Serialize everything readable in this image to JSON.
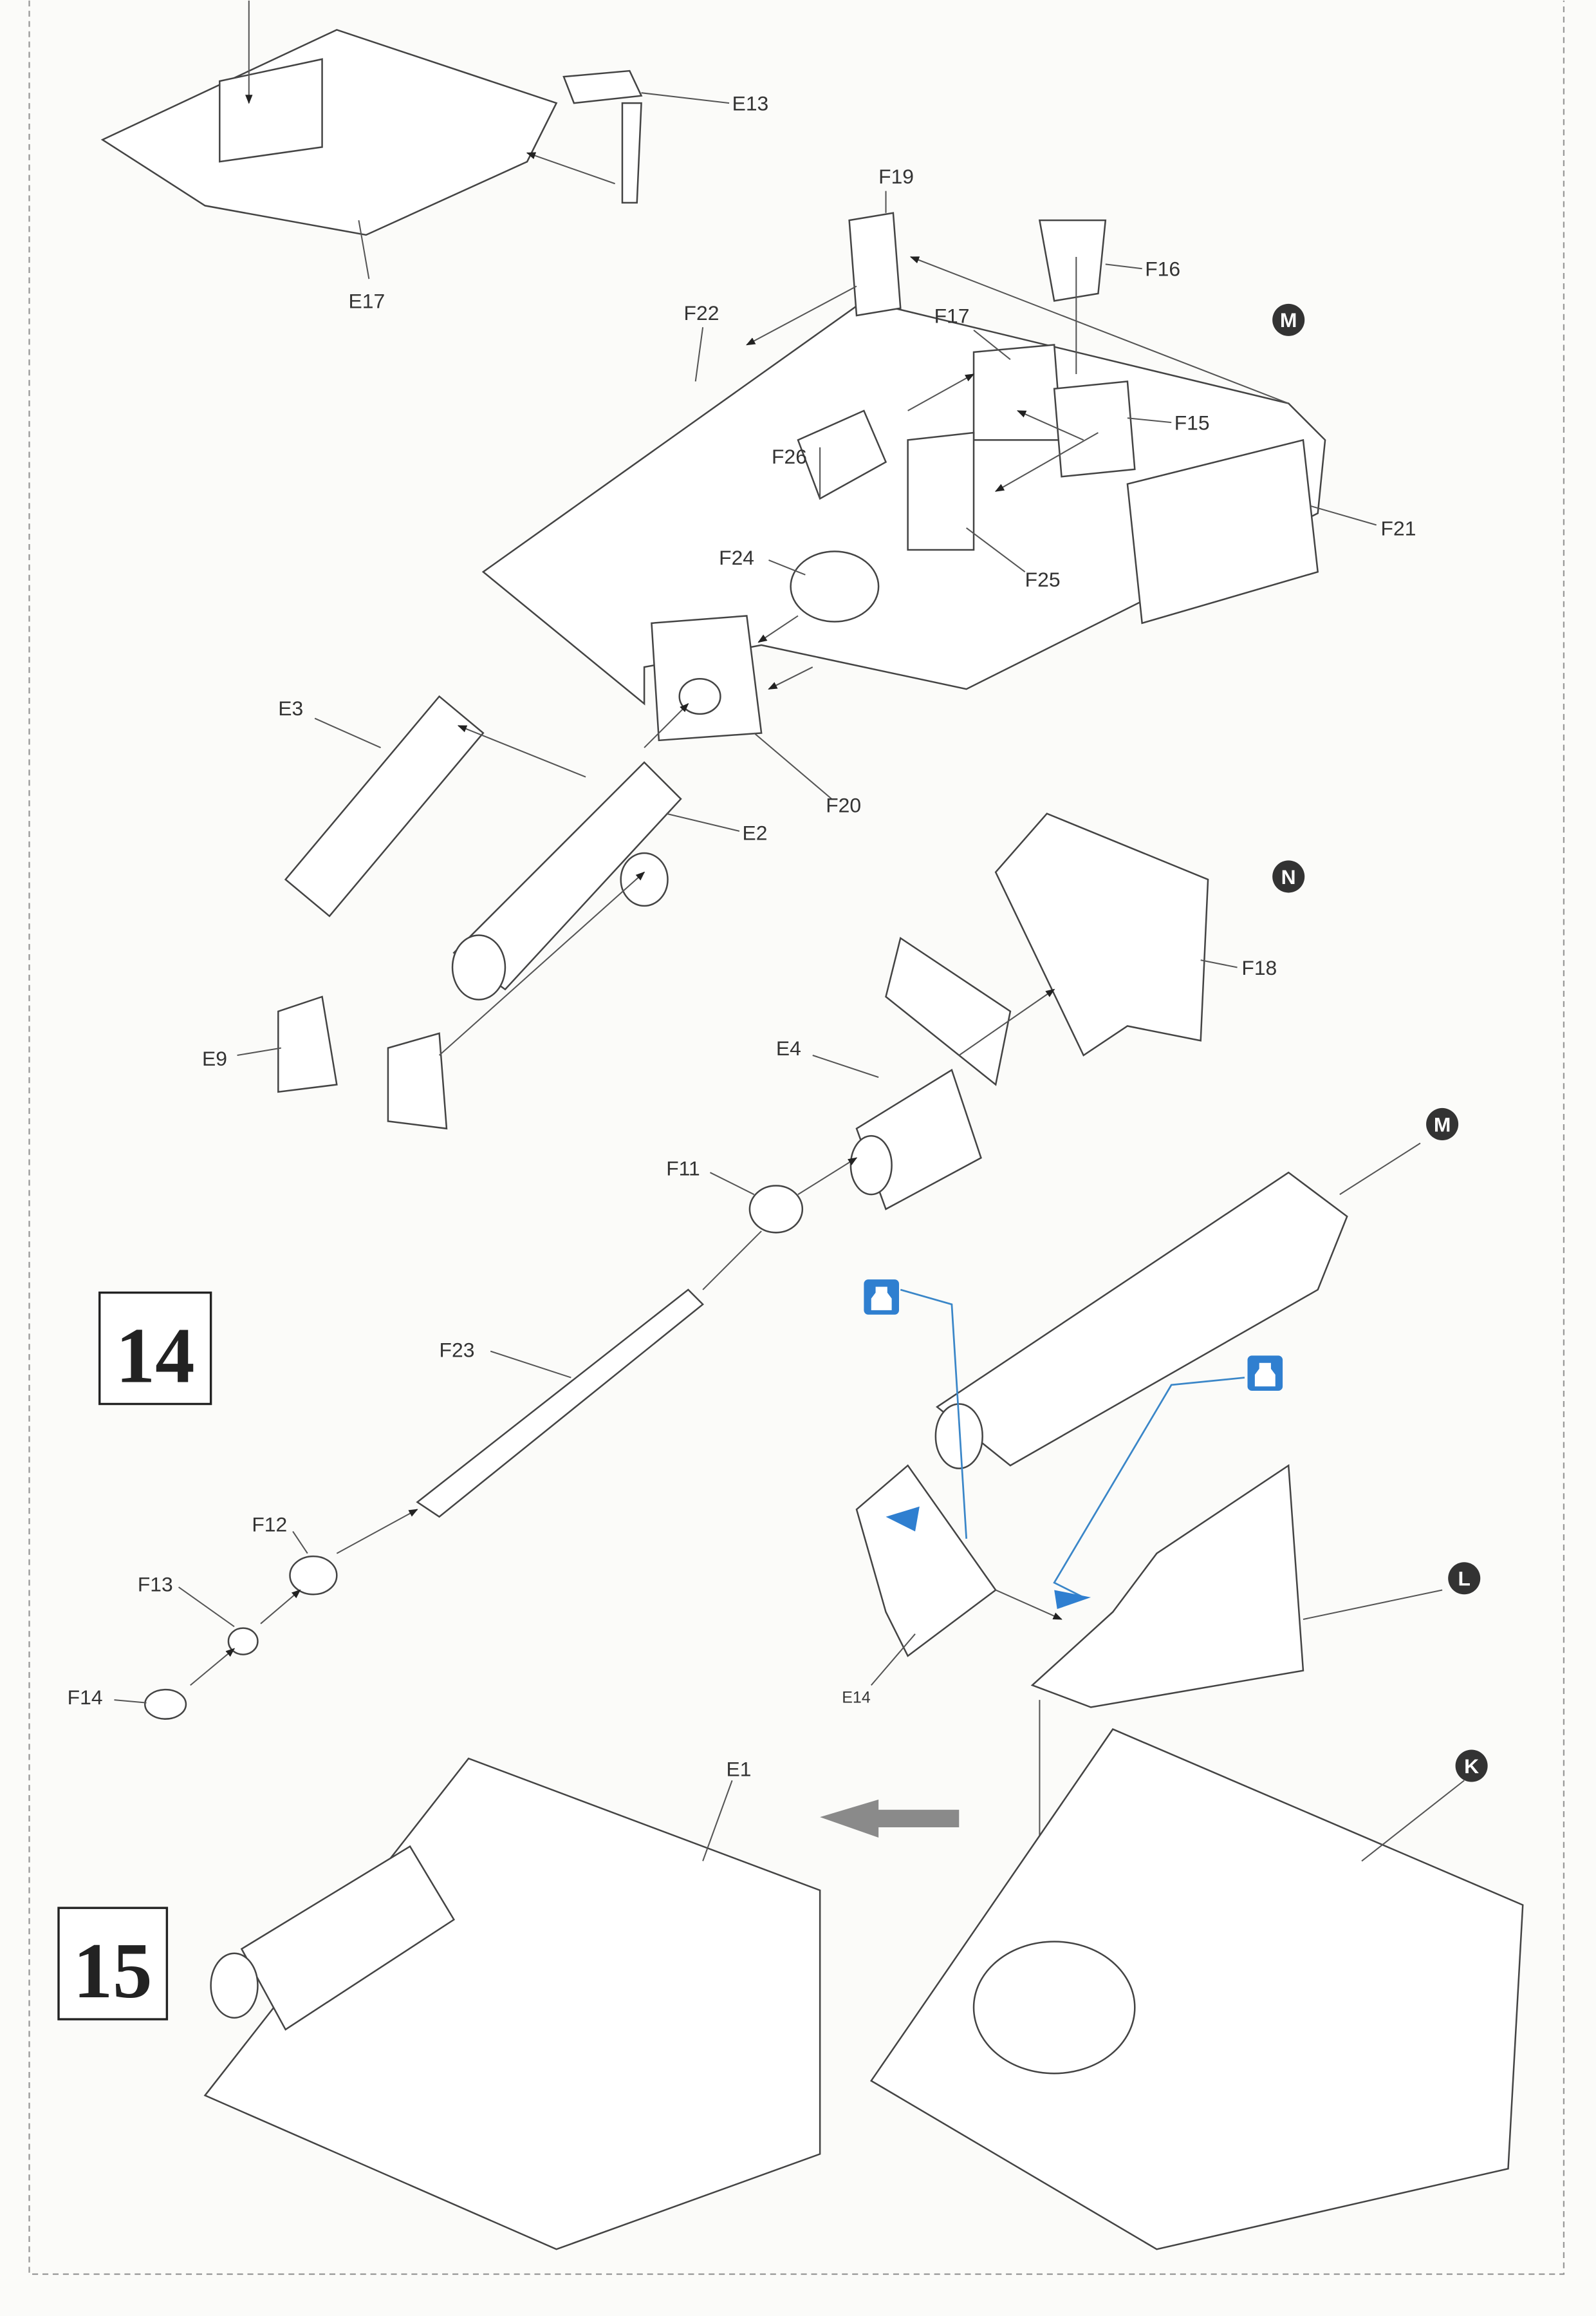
{
  "steps": {
    "step14": "14",
    "step15": "15"
  },
  "part_labels": {
    "E13": "E13",
    "E17": "E17",
    "F19": "F19",
    "F16": "F16",
    "F22": "F22",
    "F17": "F17",
    "F15": "F15",
    "F26": "F26",
    "F21": "F21",
    "F24": "F24",
    "F25": "F25",
    "E3": "E3",
    "F20": "F20",
    "E2": "E2",
    "F18": "F18",
    "E9": "E9",
    "E4": "E4",
    "F11": "F11",
    "F23": "F23",
    "F12": "F12",
    "F13": "F13",
    "F14": "F14",
    "E14": "E14",
    "E1": "E1"
  },
  "subassembly_markers": {
    "m1": "M",
    "n": "N",
    "m2": "M",
    "l": "L",
    "k": "K"
  },
  "icons": {
    "glue": "glue-bottle-icon",
    "arrow": "assembly-arrow-icon"
  },
  "colors": {
    "accent_blue": "#2f7fd0",
    "line": "#444444",
    "paper": "#fbfbf9",
    "step_arrow": "#8a8a8a"
  }
}
